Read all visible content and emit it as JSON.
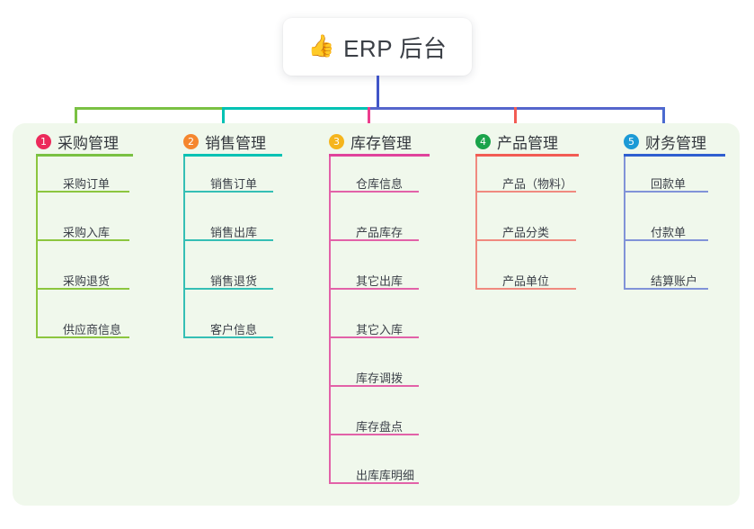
{
  "root": {
    "emoji": "👍",
    "title": "ERP 后台",
    "icon_name": "thumbs-up-emoji"
  },
  "palette": {
    "panel_bg": "#f0f8ec",
    "card_bg": "#ffffff",
    "text": "#33373d",
    "root_stem": "#4055c8",
    "bus_green": "#7ac143",
    "bus_teal": "#00c2b3",
    "bus_indigo": "#5566cc"
  },
  "columns": [
    {
      "index": "1",
      "title": "采购管理",
      "badge_color": "#ec2a5b",
      "rule_color": "#7ac143",
      "line_color": "#8cc63f",
      "drop_color": "#7ac143",
      "items": [
        "采购订单",
        "采购入库",
        "采购退货",
        "供应商信息"
      ]
    },
    {
      "index": "2",
      "title": "销售管理",
      "badge_color": "#f5862e",
      "rule_color": "#00c2b3",
      "line_color": "#35bfb5",
      "drop_color": "#00c2b3",
      "items": [
        "销售订单",
        "销售出库",
        "销售退货",
        "客户信息"
      ]
    },
    {
      "index": "3",
      "title": "库存管理",
      "badge_color": "#f5b51d",
      "rule_color": "#e0439c",
      "line_color": "#e262a8",
      "drop_color": "#ec3d8d",
      "items": [
        "仓库信息",
        "产品库存",
        "其它出库",
        "其它入库",
        "库存调拨",
        "库存盘点",
        "出库库明细"
      ]
    },
    {
      "index": "4",
      "title": "产品管理",
      "badge_color": "#1aa34a",
      "rule_color": "#f25c54",
      "line_color": "#f08a80",
      "drop_color": "#f25c54",
      "items": [
        "产品（物料）",
        "产品分类",
        "产品单位"
      ]
    },
    {
      "index": "5",
      "title": "财务管理",
      "badge_color": "#1c9ad6",
      "rule_color": "#2f5fd0",
      "line_color": "#8193d8",
      "drop_color": "#4a6ad0",
      "items": [
        "回款单",
        "付款单",
        "结算账户"
      ]
    }
  ]
}
